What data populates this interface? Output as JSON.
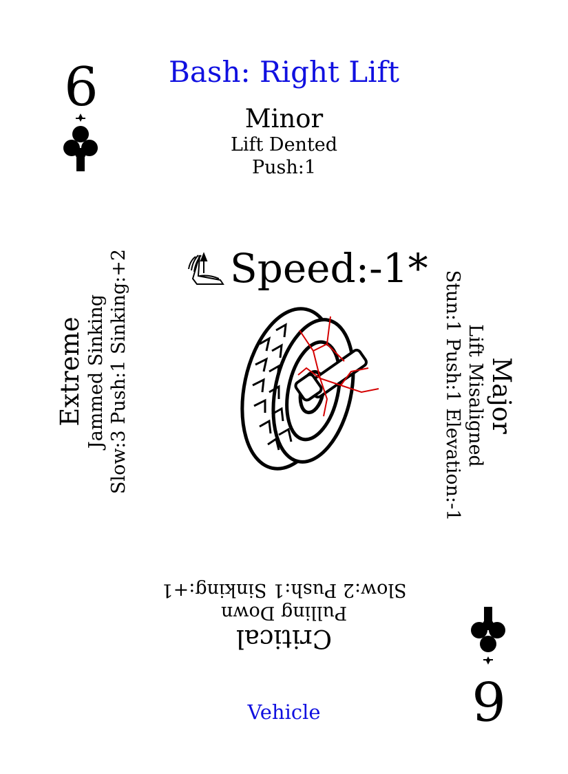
{
  "card": {
    "rank": "6",
    "suit_icon": "club-icon",
    "title": "Bash: Right Lift",
    "category": "Vehicle",
    "title_color": "#1010e0",
    "center": {
      "icon": "winged-boot-icon",
      "text": "Speed:-1*",
      "image": "damaged-wheel-icon"
    },
    "minor": {
      "label": "Minor",
      "line1": "Lift Dented",
      "line2": "Push:1"
    },
    "major": {
      "label": "Major",
      "line1": "Lift Misaligned",
      "line2": "Stun:1 Push:1 Elevation:-1"
    },
    "critical": {
      "label": "Critical",
      "line1": "Pulling Down",
      "line2": "Slow:2 Push:1 Sinking:+1"
    },
    "extreme": {
      "label": "Extreme",
      "line1": "Jammed Sinking",
      "line2": "Slow:3 Push:1 Sinking:+2"
    }
  }
}
